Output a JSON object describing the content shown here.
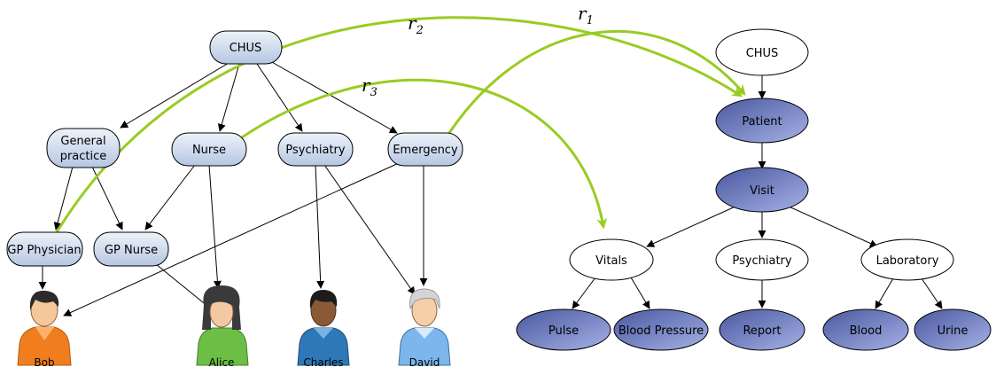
{
  "roles_tree": {
    "chus": "CHUS",
    "general_practice": [
      "General",
      "practice"
    ],
    "nurse": "Nurse",
    "psychiatry": "Psychiatry",
    "emergency": "Emergency",
    "gp_physician": "GP Physician",
    "gp_nurse": "GP Nurse"
  },
  "people": {
    "bob": "Bob",
    "alice": "Alice",
    "charles": "Charles",
    "david": "David"
  },
  "records_tree": {
    "chus": "CHUS",
    "patient": "Patient",
    "visit": "Visit",
    "vitals": "Vitals",
    "psychiatry": "Psychiatry",
    "laboratory": "Laboratory",
    "pulse": "Pulse",
    "blood_pressure": "Blood Pressure",
    "report": "Report",
    "blood": "Blood",
    "urine": "Urine"
  },
  "relations": {
    "r1": {
      "sym": "r",
      "sub": "1"
    },
    "r2": {
      "sym": "r",
      "sub": "2"
    },
    "r3": {
      "sym": "r",
      "sub": "3"
    }
  },
  "colors": {
    "relation_arrow": "#99cc22",
    "role_fill_top": "#eef3fa",
    "role_fill_bottom": "#b8c9e3",
    "record_fill_light": "#9fabe0",
    "record_fill_dark": "#4f5ea8"
  }
}
